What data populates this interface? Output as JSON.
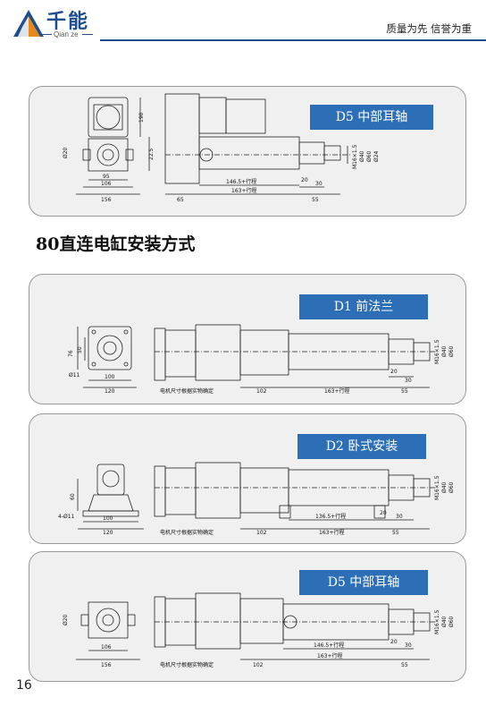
{
  "header": {
    "logo_cn": "千能",
    "logo_en": "Qian ze",
    "slogan": "质量为先 信誉为重"
  },
  "section_title": "80直连电缸安装方式",
  "page_number": "16",
  "colors": {
    "brand_blue": "#1e4e8c",
    "tag_blue": "#2c6fb7",
    "panel_bg": "#f0f0f0"
  },
  "panels": [
    {
      "tag": "D5 中部耳轴",
      "dims": {
        "d_20": "Ø20",
        "h_190": "190",
        "h_22_5": "22.5",
        "w_95": "95",
        "w_106": "106",
        "w_156": "156",
        "l_65": "65",
        "l_stroke_a": "146.5+行程",
        "l_stroke_b": "163+行程",
        "l_20": "20",
        "l_30": "30",
        "l_55": "55",
        "m16": "M16×1.5",
        "d_40": "Ø40",
        "d_60": "Ø60",
        "d_24": "Ø24"
      }
    },
    {
      "tag": "D1 前法兰",
      "dims": {
        "h_76": "76",
        "h_50": "50",
        "hole_11": "Ø11",
        "w_100": "100",
        "w_120": "120",
        "motor_note": "电机尺寸根据实物确定",
        "l_102": "102",
        "l_stroke": "163+行程",
        "l_20": "20",
        "l_30": "30",
        "l_55": "55",
        "m16": "M16×1.5",
        "d_40": "Ø40",
        "d_60": "Ø60"
      }
    },
    {
      "tag": "D2 卧式安装",
      "dims": {
        "h_60": "60",
        "hole_4_11": "4-Ø11",
        "w_100": "100",
        "w_120": "120",
        "motor_note": "电机尺寸根据实物确定",
        "l_102": "102",
        "l_stroke_a": "136.5+行程",
        "l_stroke_b": "163+行程",
        "l_20": "20",
        "l_30": "30",
        "l_55": "55",
        "m16": "M16×1.5",
        "d_40": "Ø40",
        "d_60": "Ø60"
      }
    },
    {
      "tag": "D5 中部耳轴",
      "dims": {
        "d_20": "Ø20",
        "w_106": "106",
        "w_156": "156",
        "motor_note": "电机尺寸根据实物确定",
        "l_102": "102",
        "l_stroke_a": "146.5+行程",
        "l_stroke_b": "163+行程",
        "l_20": "20",
        "l_30": "30",
        "l_55": "55",
        "m16": "M16×1.5",
        "d_40": "Ø40",
        "d_60": "Ø60"
      }
    }
  ]
}
